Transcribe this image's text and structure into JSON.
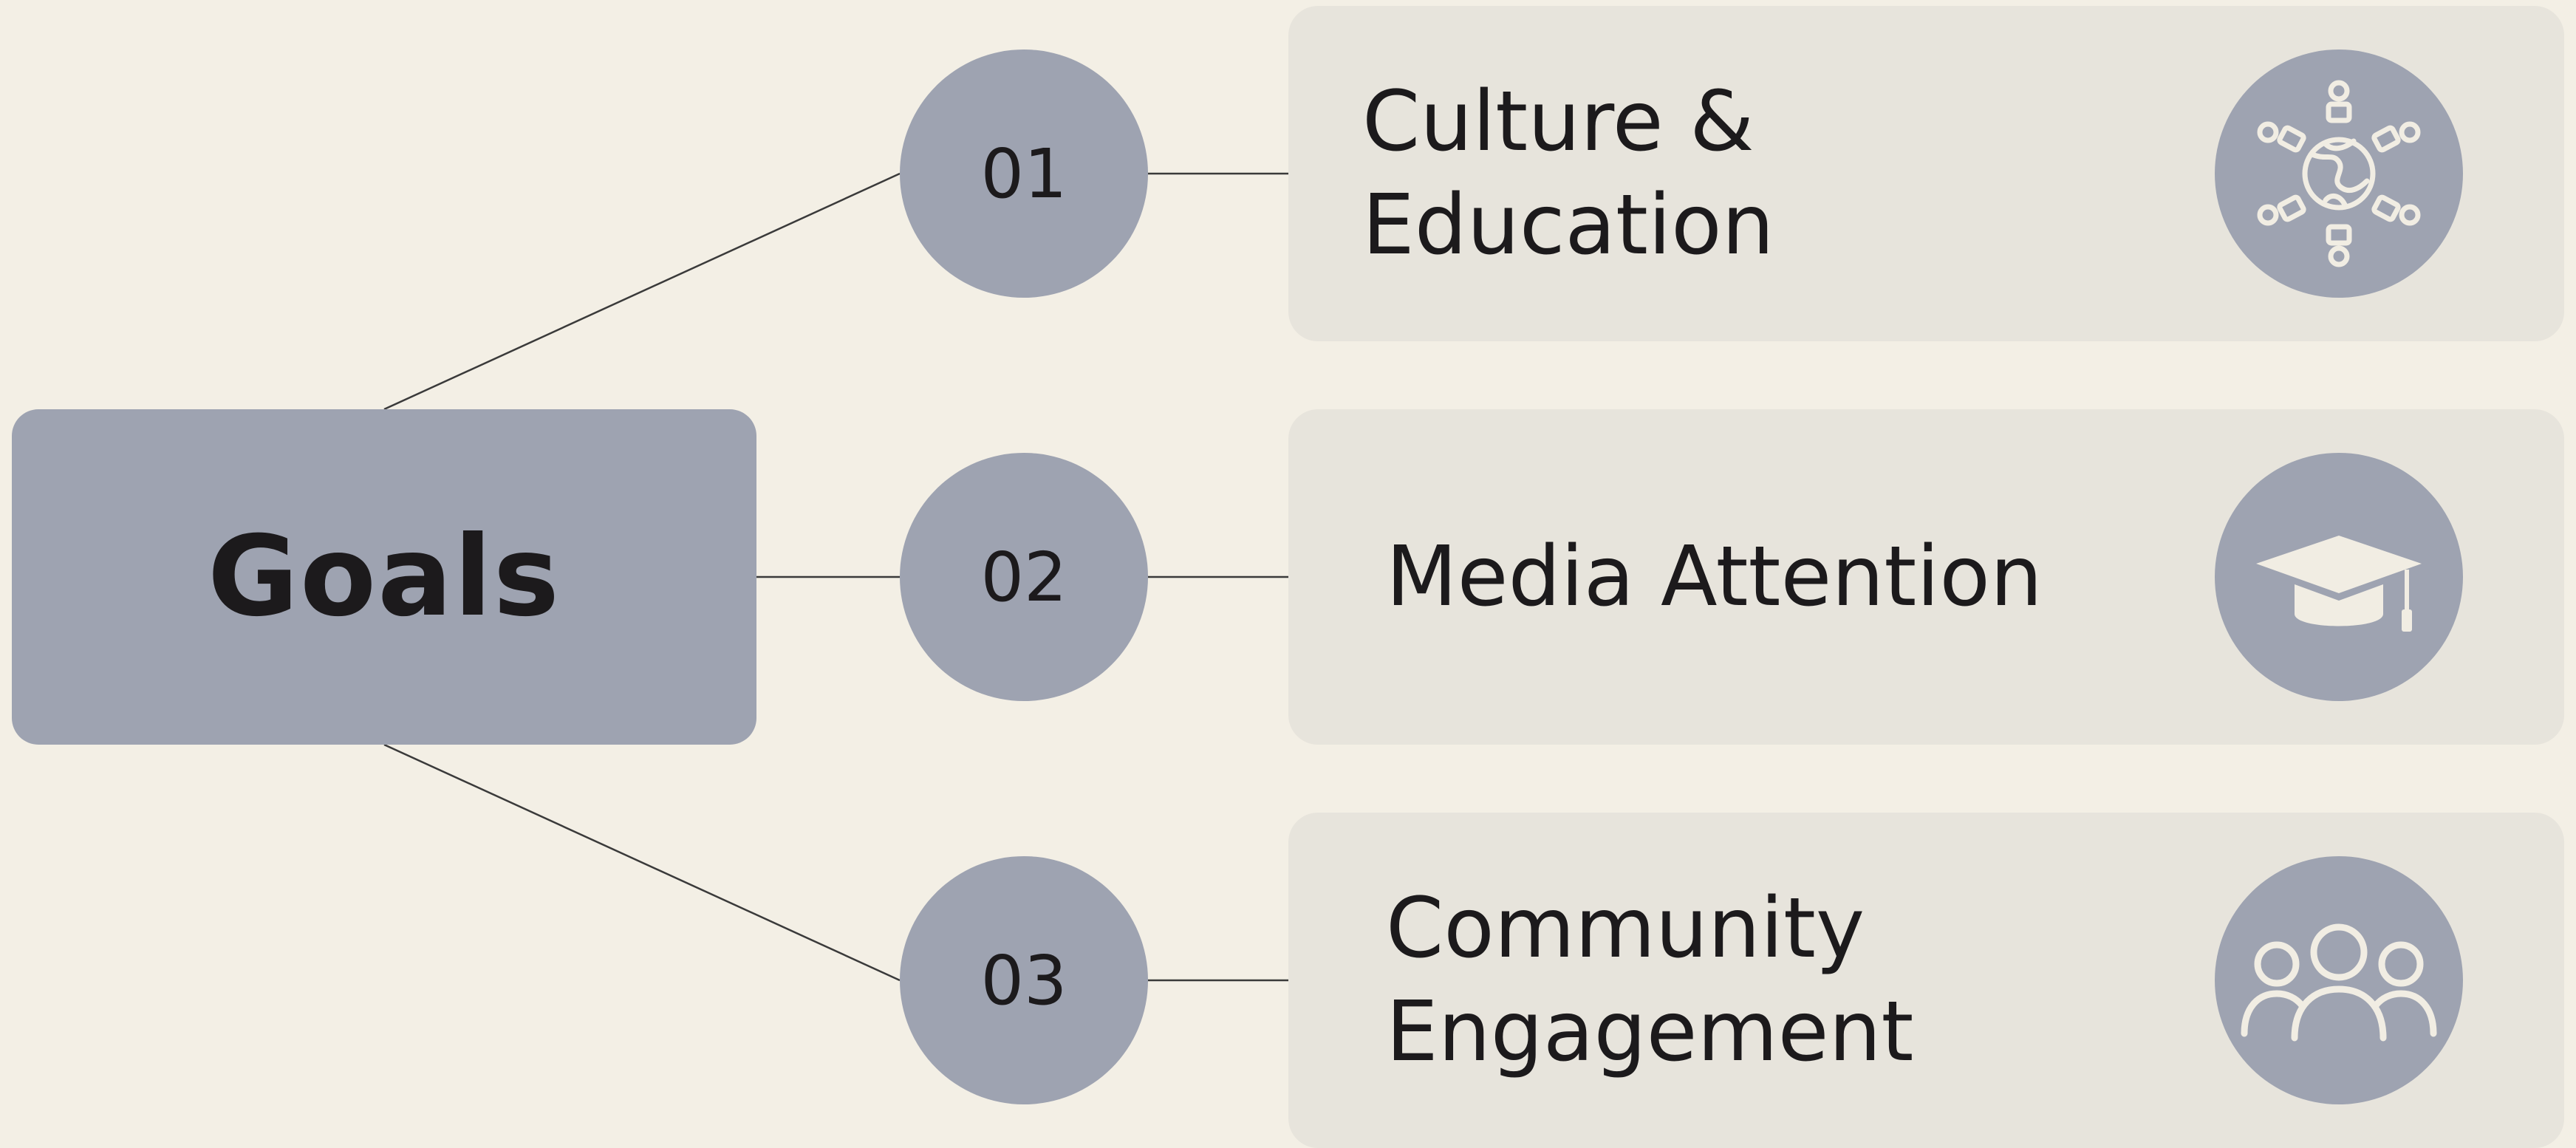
{
  "colors": {
    "background": "#f3efe5",
    "node": "#9ea3b1",
    "panel": "#e7e4dc",
    "text": "#1c1a1c",
    "icon_line": "#f1ede3",
    "connector": "#3a3a3a"
  },
  "root": {
    "label": "Goals"
  },
  "items": [
    {
      "number": "01",
      "label_lines": [
        "Culture &",
        "Education"
      ],
      "icon": "global-community-icon"
    },
    {
      "number": "02",
      "label_lines": [
        "Media Attention"
      ],
      "icon": "graduation-cap-icon"
    },
    {
      "number": "03",
      "label_lines": [
        "Community",
        "Engagement"
      ],
      "icon": "group-people-icon"
    }
  ]
}
